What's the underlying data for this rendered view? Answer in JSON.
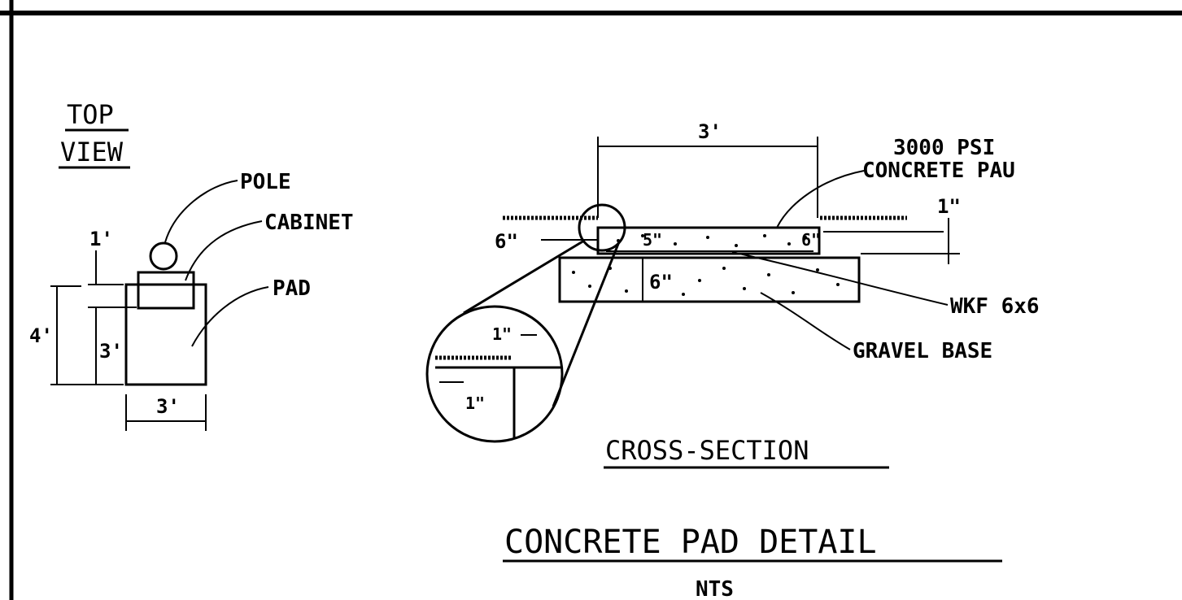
{
  "top_view": {
    "title_line1": "TOP",
    "title_line2": "VIEW",
    "label_pole": "POLE",
    "label_cabinet": "CABINET",
    "label_pad": "PAD",
    "dim_1ft": "1'",
    "dim_4ft": "4'",
    "dim_3ft_height": "3'",
    "dim_3ft_width": "3'"
  },
  "cross_section": {
    "dim_width": "3'",
    "label_concrete_line1": "3000 PSI",
    "label_concrete_line2": "CONCRETE PAU",
    "dim_1in_right": "1\"",
    "dim_6in_left": "6\"",
    "dim_5in": "5\"",
    "dim_6in_right": "6\"",
    "dim_6in_base": "6\"",
    "label_wwf": "WKF 6x6",
    "label_gravel": "GRAVEL BASE",
    "detail_dim_1in_top": "1\"",
    "detail_dim_1in_bottom": "1\"",
    "title": "CROSS-SECTION"
  },
  "sheet": {
    "title": "CONCRETE PAD DETAIL",
    "scale_note": "NTS"
  }
}
